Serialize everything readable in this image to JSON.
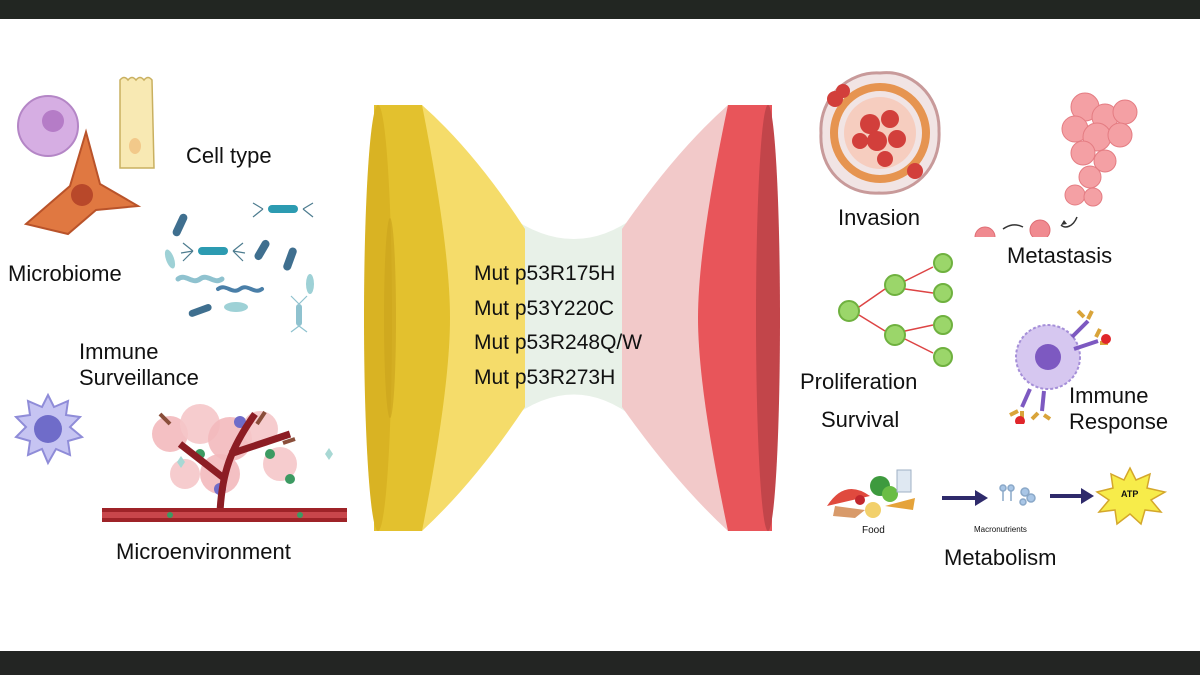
{
  "left_labels": {
    "cell_type": "Cell type",
    "microbiome": "Microbiome",
    "immune_surveillance_line1": "Immune",
    "immune_surveillance_line2": "Surveillance",
    "microenvironment": "Microenvironment"
  },
  "center": {
    "mutations": [
      "Mut p53R175H",
      "Mut p53Y220C",
      "Mut p53R248Q/W",
      "Mut p53R273H"
    ]
  },
  "right_labels": {
    "invasion": "Invasion",
    "metastasis": "Metastasis",
    "proliferation": "Proliferation",
    "survival": "Survival",
    "immune_response_line1": "Immune",
    "immune_response_line2": "Response",
    "food": "Food",
    "macronutrients": "Macronutrients",
    "atp": "ATP",
    "metabolism": "Metabolism"
  },
  "colors": {
    "left_funnel": "#e3c12e",
    "left_funnel_light": "#f5dc6a",
    "right_funnel": "#e8555a",
    "right_funnel_light": "#f2c9c9",
    "center_mist": "#e8f1e8"
  }
}
